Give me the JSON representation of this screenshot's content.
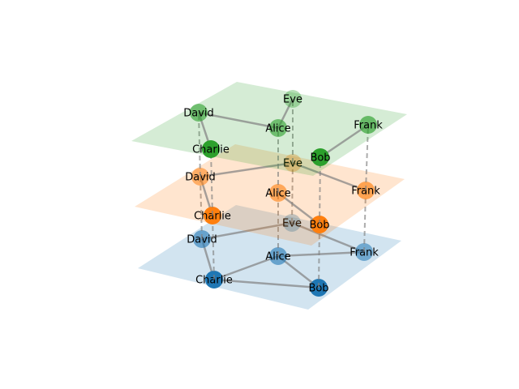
{
  "layers": [
    {
      "id": "bottom",
      "color": "#1f77b4",
      "nodes": [
        {
          "id": "David",
          "label": "David"
        },
        {
          "id": "Eve",
          "label": "Eve"
        },
        {
          "id": "Alice",
          "label": "Alice"
        },
        {
          "id": "Frank",
          "label": "Frank"
        },
        {
          "id": "Charlie",
          "label": "Charlie"
        },
        {
          "id": "Bob",
          "label": "Bob"
        }
      ],
      "edges": [
        [
          "David",
          "Eve"
        ],
        [
          "David",
          "Charlie"
        ],
        [
          "Eve",
          "Frank"
        ],
        [
          "Alice",
          "Frank"
        ],
        [
          "Alice",
          "Charlie"
        ],
        [
          "Alice",
          "Bob"
        ],
        [
          "Charlie",
          "Bob"
        ]
      ]
    },
    {
      "id": "middle",
      "color": "#ff7f0e",
      "nodes": [
        {
          "id": "David",
          "label": "David"
        },
        {
          "id": "Eve",
          "label": "Eve"
        },
        {
          "id": "Alice",
          "label": "Alice"
        },
        {
          "id": "Frank",
          "label": "Frank"
        },
        {
          "id": "Charlie",
          "label": "Charlie"
        },
        {
          "id": "Bob",
          "label": "Bob"
        }
      ],
      "edges": [
        [
          "David",
          "Eve"
        ],
        [
          "David",
          "Charlie"
        ],
        [
          "Eve",
          "Frank"
        ],
        [
          "Alice",
          "Bob"
        ]
      ]
    },
    {
      "id": "top",
      "color": "#2ca02c",
      "nodes": [
        {
          "id": "David",
          "label": "David"
        },
        {
          "id": "Eve",
          "label": "Eve"
        },
        {
          "id": "Alice",
          "label": "Alice"
        },
        {
          "id": "Frank",
          "label": "Frank"
        },
        {
          "id": "Charlie",
          "label": "Charlie"
        },
        {
          "id": "Bob",
          "label": "Bob"
        }
      ],
      "edges": [
        [
          "David",
          "Alice"
        ],
        [
          "David",
          "Charlie"
        ],
        [
          "Alice",
          "Eve"
        ],
        [
          "Bob",
          "Frank"
        ]
      ]
    }
  ],
  "interlayer_links": [
    "David",
    "Eve",
    "Alice",
    "Frank",
    "Charlie",
    "Bob"
  ]
}
